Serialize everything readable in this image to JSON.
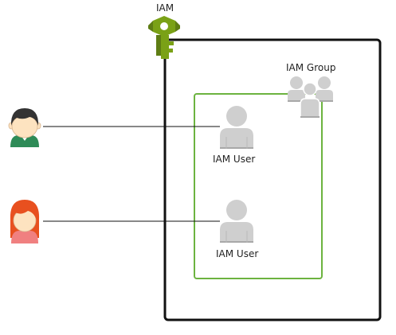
{
  "diagram": {
    "iam_label": "IAM",
    "group_label": "IAM Group",
    "users": [
      {
        "label": "IAM User"
      },
      {
        "label": "IAM User"
      }
    ],
    "colors": {
      "iam_green": "#7aa116",
      "iam_green_dark": "#4e6b12",
      "group_border": "#6cb33f",
      "account_border": "#111111",
      "user_icon": "#cfcfcf",
      "connector": "#111111",
      "person_male_hair": "#333333",
      "person_male_shirt": "#2e8b57",
      "person_female_hair": "#e8501f",
      "person_female_shirt": "#f08080",
      "skin": "#fde3c0"
    },
    "icons": {
      "iam": "iam-key-icon",
      "group": "iam-group-icon",
      "user": "iam-user-icon",
      "person_male": "person-male-icon",
      "person_female": "person-female-icon"
    }
  }
}
